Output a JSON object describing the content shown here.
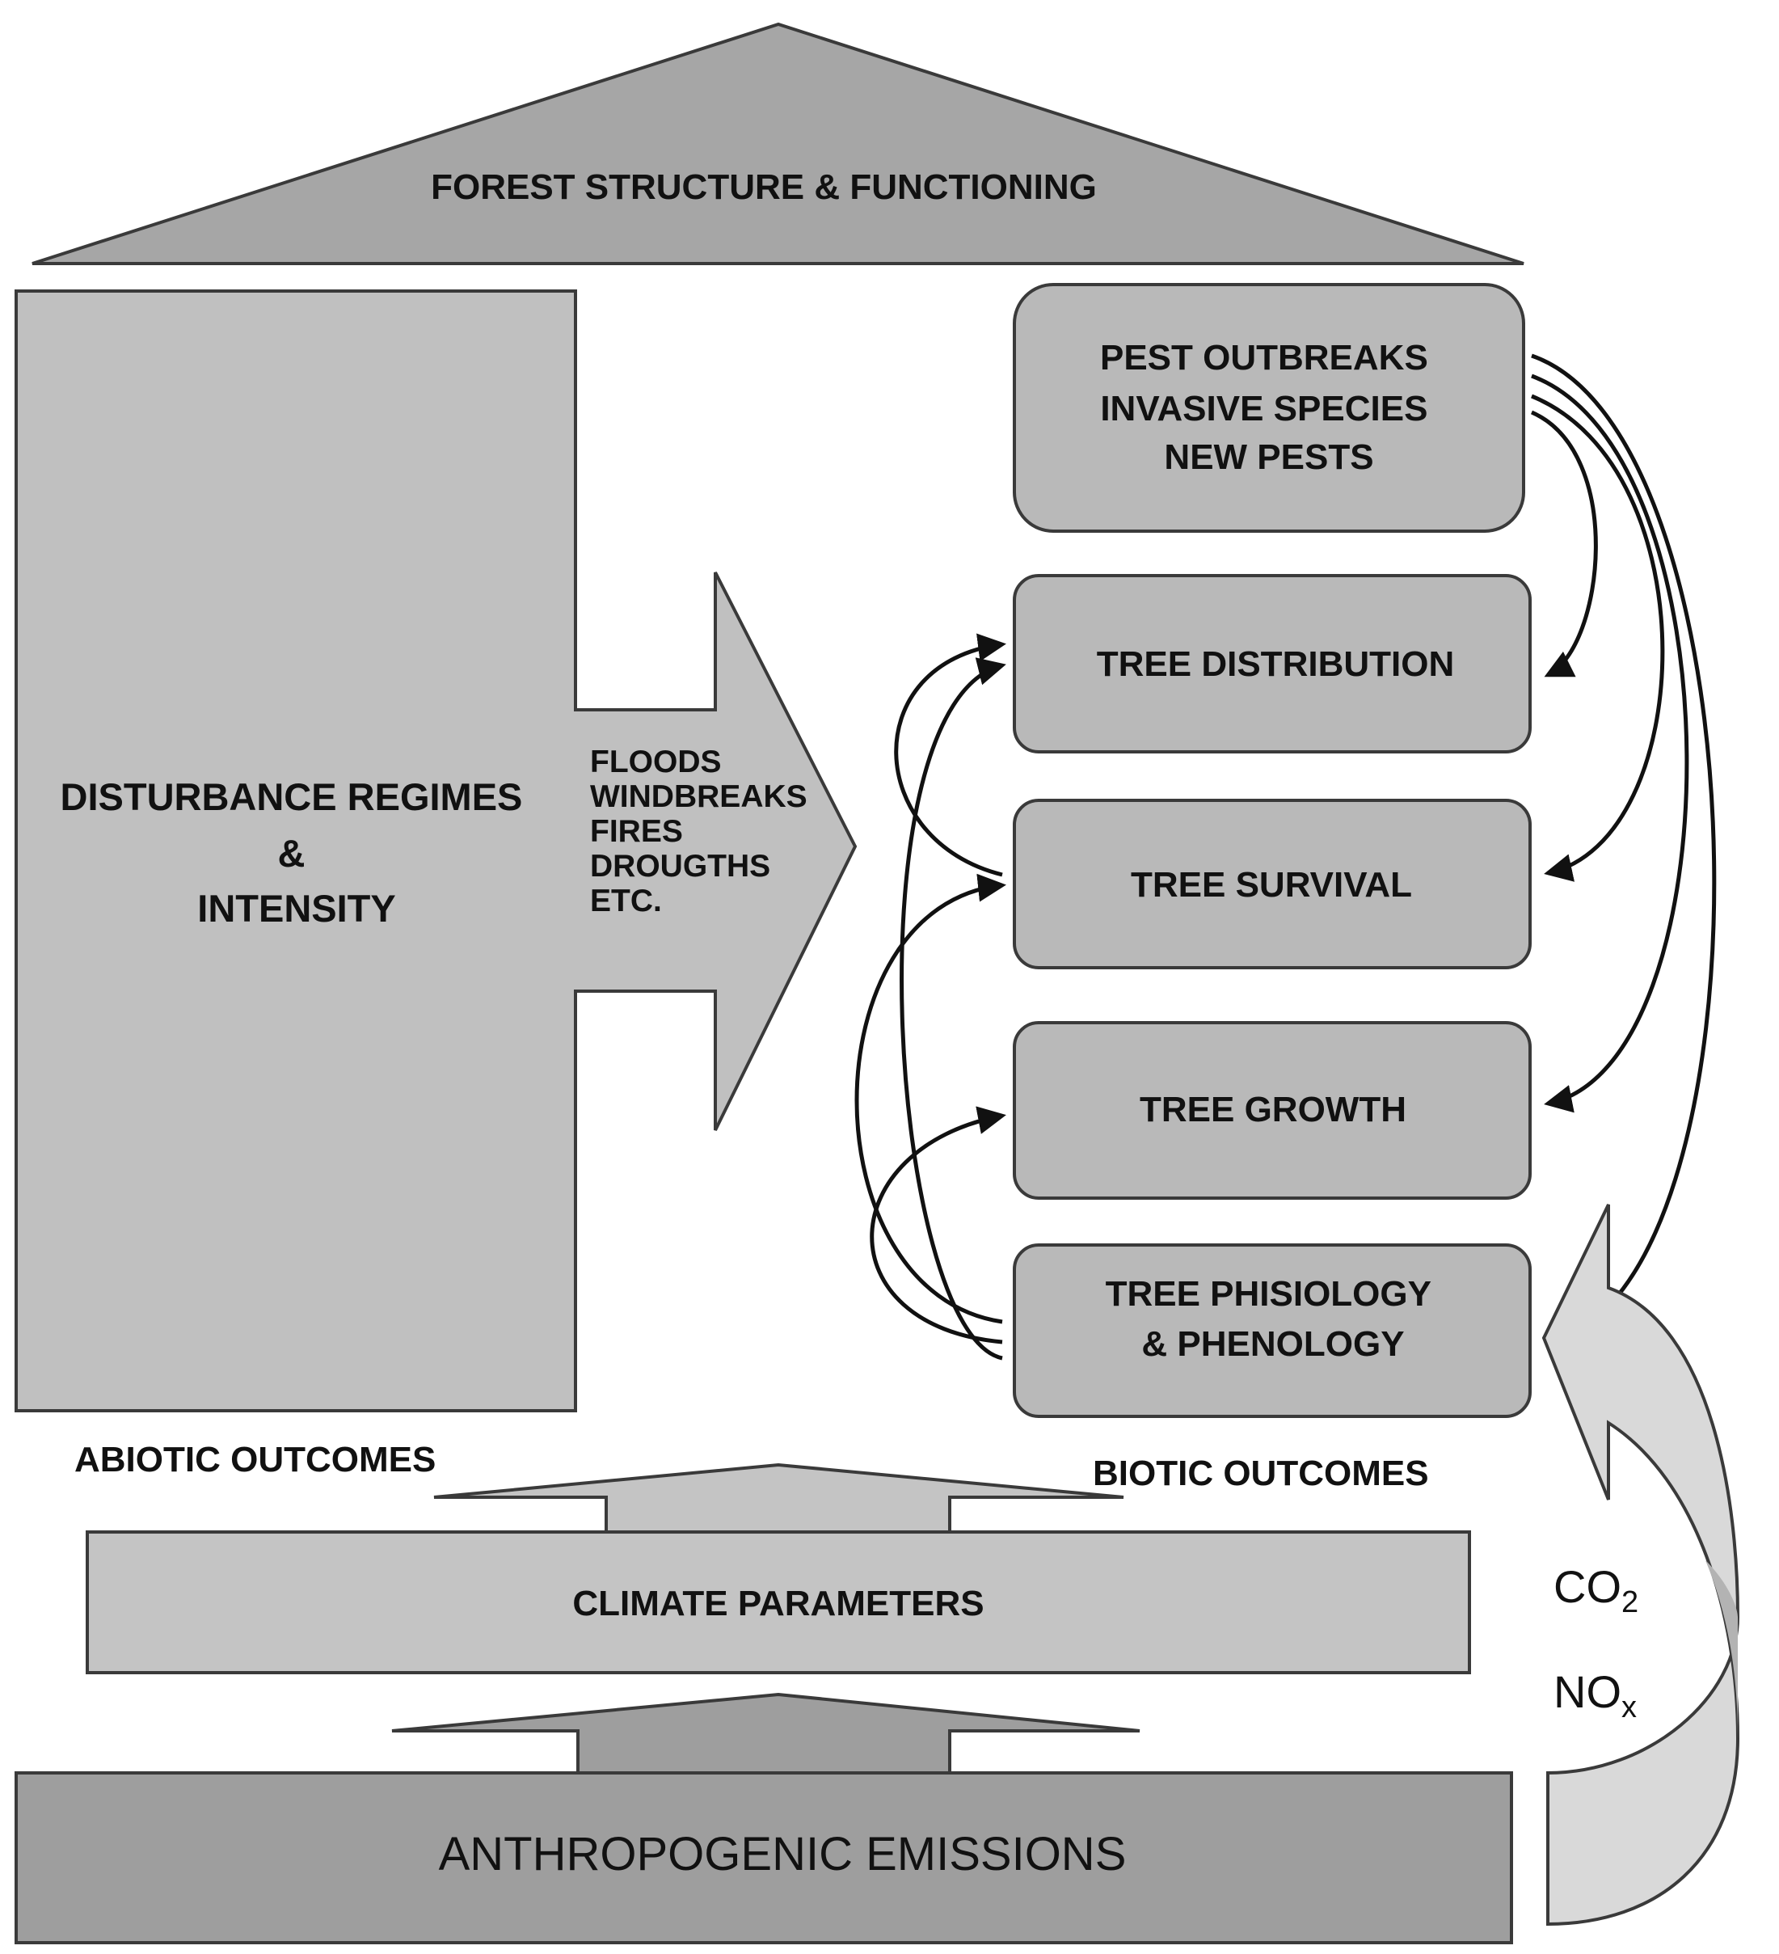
{
  "colors": {
    "roof": "#a6a6a6",
    "disturbance_block": "#c0c0c0",
    "biotic_box": "#b9b9b9",
    "climate_box": "#c4c4c4",
    "emissions_box": "#9e9e9e",
    "curved_arrow_light": "#d9d9d9",
    "curved_arrow_dark": "#b3b3b3",
    "stroke": "#3a3a3a",
    "text": "#111111"
  },
  "roof": {
    "label": "FOREST STRUCTURE & FUNCTIONING"
  },
  "disturbance": {
    "lines": [
      "DISTURBANCE REGIMES",
      "&",
      "INTENSITY"
    ],
    "arrow_items": [
      "FLOODS",
      "WINDBREAKS",
      "FIRES",
      "DROUGTHS",
      "ETC."
    ]
  },
  "biotic_boxes": {
    "pests": {
      "lines": [
        "PEST OUTBREAKS",
        "INVASIVE SPECIES",
        "NEW PESTS"
      ]
    },
    "distribution": {
      "label": "TREE DISTRIBUTION"
    },
    "survival": {
      "label": "TREE SURVIVAL"
    },
    "growth": {
      "label": "TREE GROWTH"
    },
    "physiology": {
      "lines": [
        "TREE PHISIOLOGY",
        "& PHENOLOGY"
      ]
    }
  },
  "outcomes": {
    "abiotic": "ABIOTIC OUTCOMES",
    "biotic": "BIOTIC OUTCOMES"
  },
  "climate": {
    "label": "CLIMATE PARAMETERS"
  },
  "emissions": {
    "label": "ANTHROPOGENIC EMISSIONS"
  },
  "gases": {
    "co2": {
      "base": "CO",
      "sub": "2"
    },
    "nox": {
      "base": "NO",
      "sub": "x"
    }
  }
}
